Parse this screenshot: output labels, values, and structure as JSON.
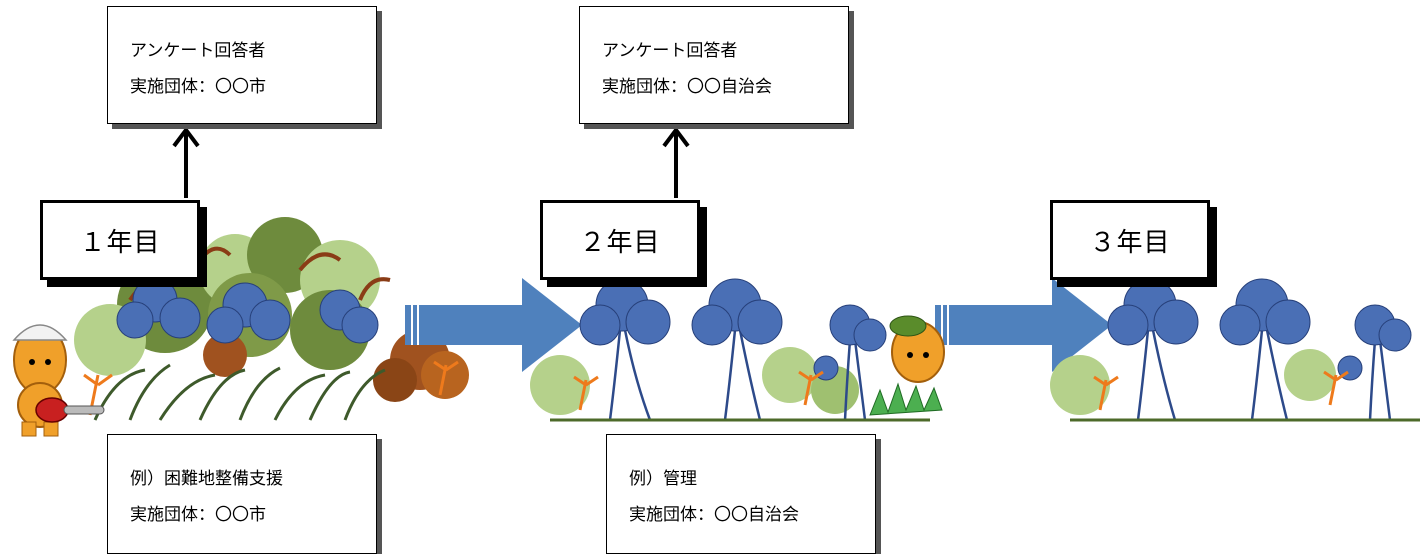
{
  "top_boxes": [
    {
      "line1": "アンケート回答者",
      "line2": "実施団体：〇〇市"
    },
    {
      "line1": "アンケート回答者",
      "line2": "実施団体：〇〇自治会"
    }
  ],
  "years": [
    "１年目",
    "２年目",
    "３年目"
  ],
  "bottom_boxes": [
    {
      "line1": "例）困難地整備支援",
      "line2": "実施団体：〇〇市"
    },
    {
      "line1": "例）管理",
      "line2": "実施団体：〇〇自治会"
    }
  ],
  "colors": {
    "arrow_fill": "#4f81bd",
    "tree_blue": "#4a6fb5",
    "bush_light": "#b5d18b",
    "bush_olive": "#6e8b3d",
    "shrub_brown": "#a0521f",
    "fern_orange": "#ee7a1c"
  },
  "icons": [
    "mascot-worker-icon",
    "chainsaw-icon",
    "mascot-gardener-icon"
  ]
}
